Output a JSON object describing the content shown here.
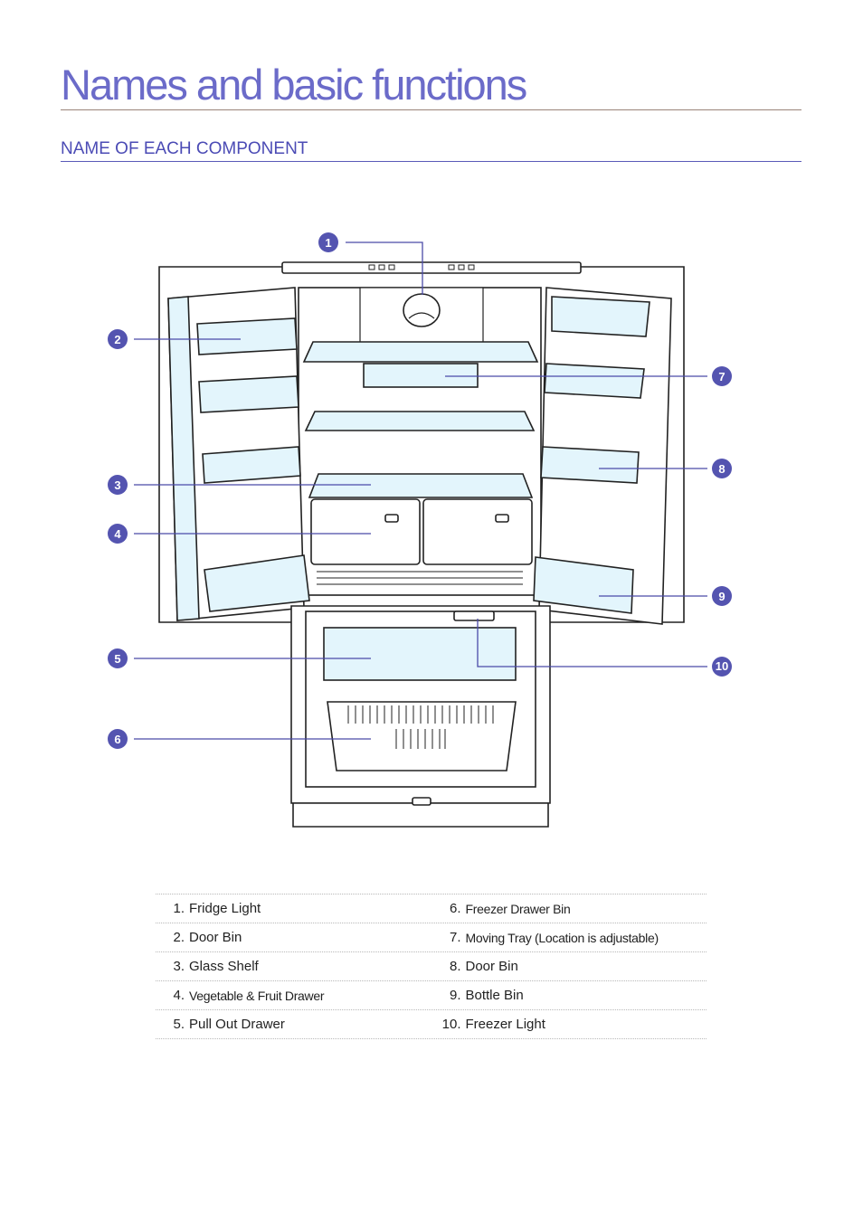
{
  "header": {
    "title": "Names and basic functions",
    "section_heading": "NAME OF EACH COMPONENT"
  },
  "callouts": [
    "1",
    "2",
    "3",
    "4",
    "5",
    "6",
    "7",
    "8",
    "9",
    "10"
  ],
  "colors": {
    "title": "#6b6bc9",
    "heading": "#4b4bb5",
    "callout": "#5454b0",
    "highlight": "#e3f5fc",
    "line": "#222222"
  },
  "parts": {
    "left": [
      {
        "num": "1.",
        "label": "Fridge Light"
      },
      {
        "num": "2.",
        "label": "Door Bin"
      },
      {
        "num": "3.",
        "label": "Glass Shelf"
      },
      {
        "num": "4.",
        "label": "Vegetable & Fruit Drawer"
      },
      {
        "num": "5.",
        "label": "Pull Out Drawer"
      }
    ],
    "right": [
      {
        "num": "6.",
        "label": "Freezer Drawer Bin"
      },
      {
        "num": "7.",
        "label": "Moving Tray (Location is adjustable)"
      },
      {
        "num": "8.",
        "label": "Door Bin"
      },
      {
        "num": "9.",
        "label": "Bottle Bin"
      },
      {
        "num": "10.",
        "label": "Freezer Light"
      }
    ]
  }
}
